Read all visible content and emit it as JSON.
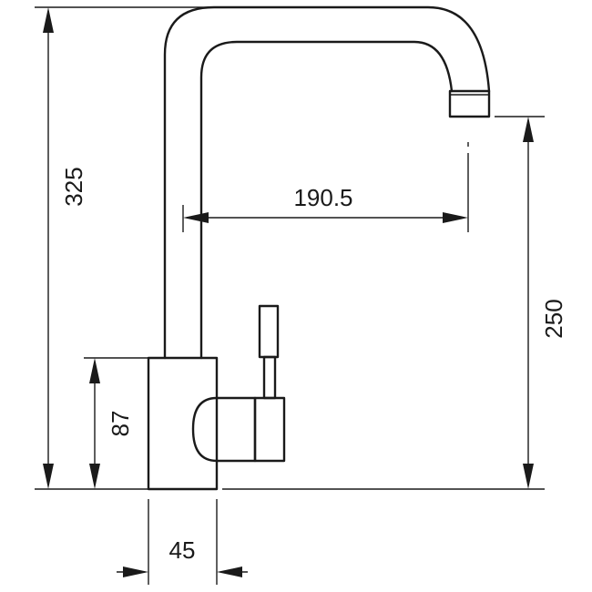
{
  "dimensions": {
    "overall_height": "325",
    "spout_height": "250",
    "spout_reach": "190.5",
    "body_height": "87",
    "body_width": "45"
  }
}
